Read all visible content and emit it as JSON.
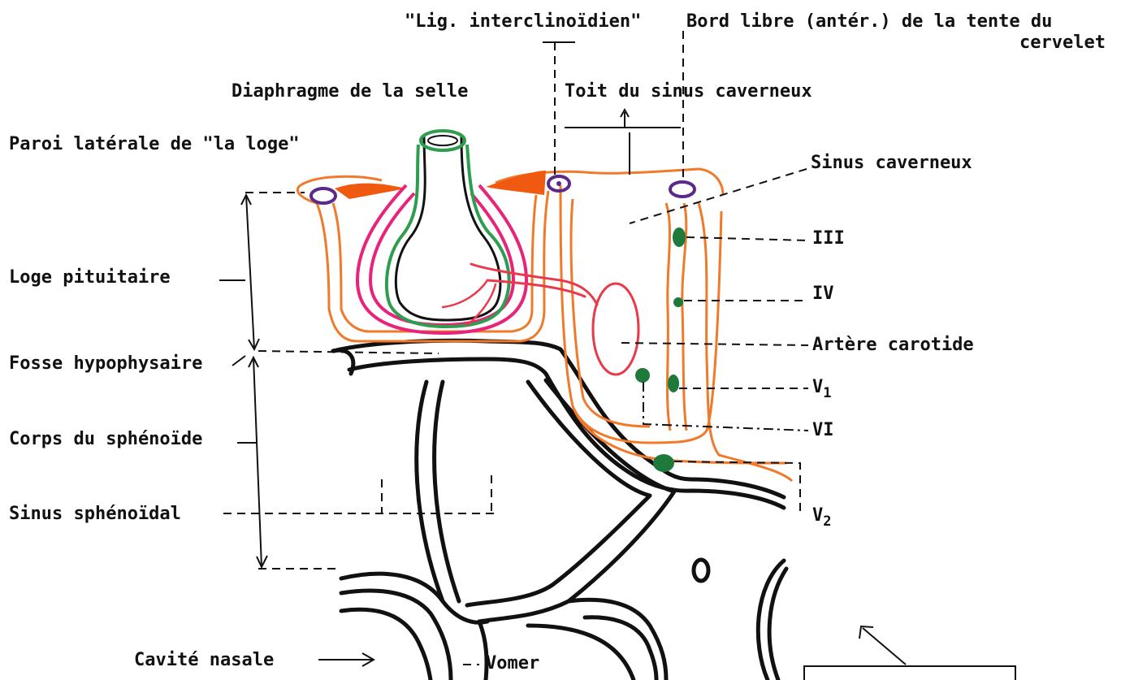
{
  "labels": {
    "lig_interclinoidien": "\"Lig. interclinoïdien\"",
    "bord_libre": "Bord libre (antér.) de la tente du",
    "cervelet": "cervelet",
    "diaphragme": "Diaphragme de la selle",
    "toit_sinus": "Toit du sinus caverneux",
    "paroi_laterale": "Paroi latérale de \"la loge\"",
    "sinus_caverneux": "Sinus caverneux",
    "nerve_iii": "III",
    "nerve_iv": "IV",
    "loge_pituitaire": "Loge  pituitaire",
    "artere_carotide": "Artère carotide",
    "fosse_hypophysaire": "Fosse hypophysaire",
    "nerve_v1": "V",
    "nerve_v1_sub": "1",
    "nerve_vi": "VI",
    "corps_sphenoide": "Corps du sphénoïde",
    "sinus_sphenoidal": "Sinus sphénoïdal",
    "nerve_v2": "V",
    "nerve_v2_sub": "2",
    "cavite_nasale": "Cavité  nasale",
    "vomer": "Vomer"
  },
  "colors": {
    "dura": "#f07a2a",
    "dura_fill": "#f05a10",
    "gland_outer": "#e8237a",
    "gland_inner": "#2e9e4e",
    "artery": "#e83a4a",
    "nerve": "#1e7a3a",
    "bone": "#111111",
    "ring": "#5a2a8a",
    "leader": "#111111"
  }
}
